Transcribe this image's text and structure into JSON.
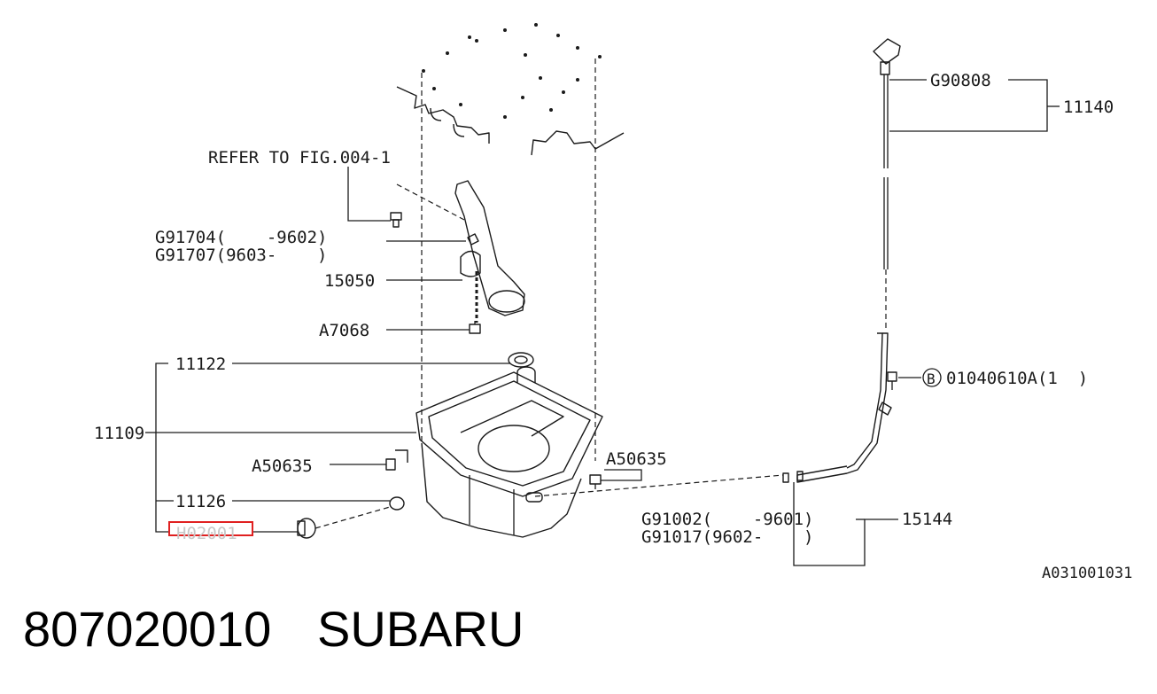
{
  "labels": {
    "refer": "REFER TO FIG.004-1",
    "g91704": "G91704(    -9602)",
    "g91707": "G91707(9603-    )",
    "p15050": "15050",
    "a7068": "A7068",
    "p11122": "11122",
    "p11109": "11109",
    "a50635_left": "A50635",
    "a50635_right": "A50635",
    "p11126": "11126",
    "h02001": "H02001",
    "g90808": "G90808",
    "p11140": "11140",
    "b_marker": "B",
    "o1040610a": "01040610A(1  )",
    "g91002": "G91002(    -9601)",
    "g91017": "G91017(9602-    )",
    "p15144": "15144",
    "figure_code": "A031001031"
  },
  "highlight": {
    "part": "H02001",
    "color": "#e02020"
  },
  "footer": {
    "part_number": "807020010",
    "brand": "SUBARU"
  }
}
